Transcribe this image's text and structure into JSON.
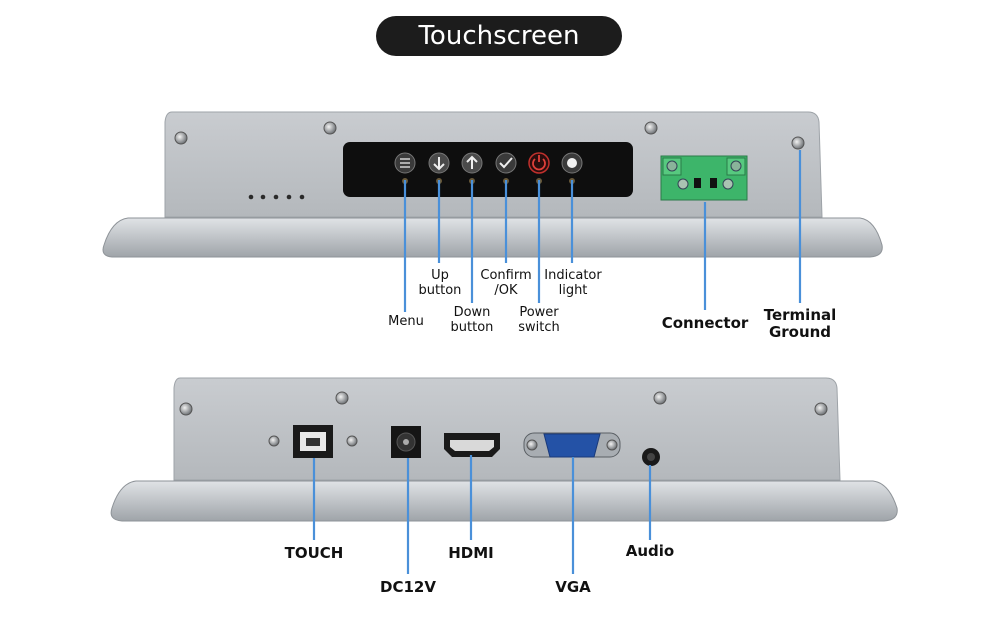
{
  "title": "Touchscreen",
  "colors": {
    "pointer": "#4a90d9",
    "panel": "#0e0e0e",
    "connector": "#3db56a",
    "frame": "#c2c6ca"
  },
  "top_panel": {
    "buttons": [
      {
        "name": "menu",
        "icon": "menu-icon"
      },
      {
        "name": "up",
        "icon": "arrow-down-icon"
      },
      {
        "name": "down",
        "icon": "arrow-up-icon"
      },
      {
        "name": "confirm",
        "icon": "check-icon"
      },
      {
        "name": "power",
        "icon": "power-icon"
      },
      {
        "name": "indicator",
        "icon": "dot-icon"
      }
    ],
    "labels": {
      "menu": "Menu",
      "up": "Up\nbutton",
      "down": "Down\nbutton",
      "confirm": "Confirm\n/OK",
      "power": "Power\nswitch",
      "indicator": "Indicator\nlight",
      "connector": "Connector",
      "ground": "Terminal\nGround"
    }
  },
  "bottom_panel": {
    "labels": {
      "touch": "TOUCH",
      "dc": "DC12V",
      "hdmi": "HDMI",
      "vga": "VGA",
      "audio": "Audio"
    }
  }
}
